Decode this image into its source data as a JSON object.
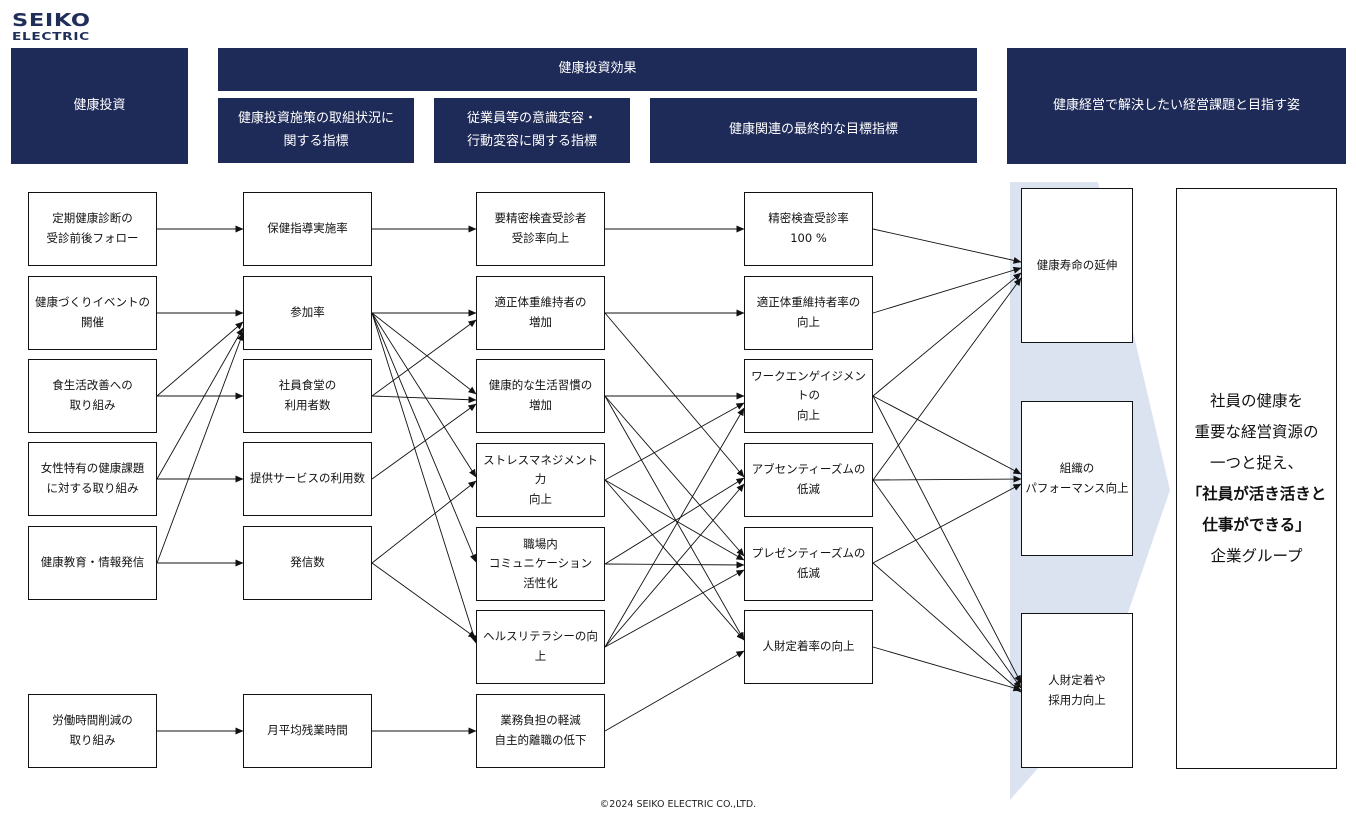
{
  "logo": {
    "line1": "SEIKO",
    "line2": "ELECTRIC"
  },
  "headers": {
    "investment": "健康投資",
    "effects": "健康投資効果",
    "sub1": "健康投資施策の取組状況に\n関する指標",
    "sub2": "従業員等の意識変容・\n行動変容に関する指標",
    "sub3": "健康関連の最終的な目標指標",
    "goal": "健康経営で解決したい経営課題と目指す姿"
  },
  "col1": [
    "定期健康診断の\n受診前後フォロー",
    "健康づくりイベントの\n開催",
    "食生活改善への\n取り組み",
    "女性特有の健康課題\nに対する取り組み",
    "健康教育・情報発信",
    "労働時間削減の\n取り組み"
  ],
  "col2": [
    "保健指導実施率",
    "参加率",
    "社員食堂の\n利用者数",
    "提供サービスの利用数",
    "発信数",
    "月平均残業時間"
  ],
  "col3": [
    "要精密検査受診者\n受診率向上",
    "適正体重維持者の\n増加",
    "健康的な生活習慣の\n増加",
    "ストレスマネジメント力\n向上",
    "職場内\nコミュニケーション\n活性化",
    "ヘルスリテラシーの向上",
    "業務負担の軽減\n自主的離職の低下"
  ],
  "col4": [
    "精密検査受診率\n100 %",
    "適正体重維持者率の\n向上",
    "ワークエンゲイジメントの\n向上",
    "アブセンティーズムの\n低減",
    "プレゼンティーズムの\n低減",
    "人財定着率の向上"
  ],
  "col5": [
    "健康寿命の延伸",
    "組織の\nパフォーマンス向上",
    "人財定着や\n採用力向上"
  ],
  "vision": {
    "line1": "社員の健康を",
    "line2": "重要な経営資源の",
    "line3": "一つと捉え、",
    "line4": "「社員が活き活きと",
    "line5": "仕事ができる」",
    "line6": "企業グループ"
  },
  "colors": {
    "header_bg": "#1e2a57",
    "chevron": "#dbe3f1"
  },
  "footer": "©2024  SEIKO ELECTRIC CO.,LTD."
}
